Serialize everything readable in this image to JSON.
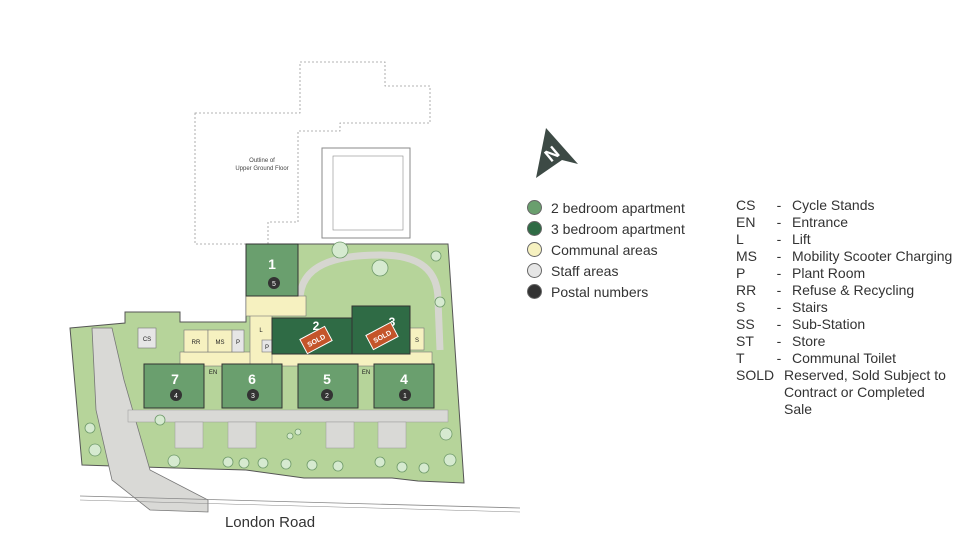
{
  "plan": {
    "outline_label_line1": "Outline of",
    "outline_label_line2": "Upper Ground Floor",
    "road_name": "London Road",
    "apartments": [
      {
        "number": "1",
        "postal": "5"
      },
      {
        "number": "7",
        "postal": "4"
      },
      {
        "number": "6",
        "postal": "3"
      },
      {
        "number": "5",
        "postal": "2"
      },
      {
        "number": "4",
        "postal": "1"
      },
      {
        "number": "2",
        "sold": "SOLD"
      },
      {
        "number": "3",
        "sold": "SOLD"
      }
    ],
    "labels": {
      "cs": "CS",
      "rr": "RR",
      "ms": "MS",
      "p1": "P",
      "p2": "P",
      "l": "L",
      "s": "S",
      "en1": "EN",
      "en2": "EN"
    }
  },
  "north_arrow": {
    "letter": "N"
  },
  "legend": [
    {
      "label": "2 bedroom apartment",
      "color": "#6a9f6e"
    },
    {
      "label": "3 bedroom apartment",
      "color": "#2f6b45"
    },
    {
      "label": "Communal areas",
      "color": "#f6f1c0"
    },
    {
      "label": "Staff areas",
      "color": "#e6e6e6"
    },
    {
      "label": "Postal numbers",
      "color": "#333333"
    }
  ],
  "key": [
    {
      "abbr": "CS",
      "text": "Cycle Stands"
    },
    {
      "abbr": "EN",
      "text": "Entrance"
    },
    {
      "abbr": "L",
      "text": "Lift"
    },
    {
      "abbr": "MS",
      "text": "Mobility Scooter Charging"
    },
    {
      "abbr": "P",
      "text": "Plant Room"
    },
    {
      "abbr": "RR",
      "text": "Refuse & Recycling"
    },
    {
      "abbr": "S",
      "text": "Stairs"
    },
    {
      "abbr": "SS",
      "text": "Sub-Station"
    },
    {
      "abbr": "ST",
      "text": "Store"
    },
    {
      "abbr": "T",
      "text": "Communal Toilet"
    },
    {
      "abbr": "SOLD",
      "text": "Reserved, Sold Subject to Contract or Completed Sale"
    }
  ],
  "colors": {
    "grass": "#b6d49a",
    "apartment_2bed": "#6a9f6e",
    "apartment_3bed": "#2f6b45",
    "communal": "#f6f1c0",
    "staff": "#e6e6e6",
    "paving": "#d9d9d6",
    "sold_badge": "#c4552a"
  }
}
